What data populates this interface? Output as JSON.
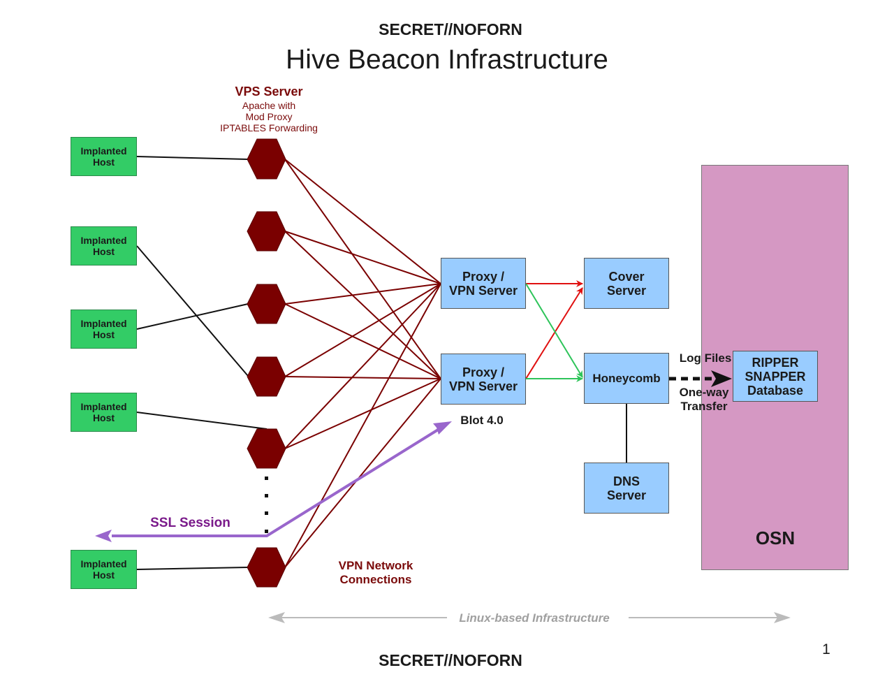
{
  "classification_top": "SECRET//NOFORN",
  "classification_bottom": "SECRET//NOFORN",
  "title": "Hive Beacon Infrastructure",
  "page_number": "1",
  "vps": {
    "title": "VPS Server",
    "subtitle": [
      "Apache with",
      "Mod Proxy",
      "IPTABLES Forwarding"
    ]
  },
  "hosts": [
    {
      "label": "Implanted Host"
    },
    {
      "label": "Implanted Host"
    },
    {
      "label": "Implanted Host"
    },
    {
      "label": "Implanted Host"
    },
    {
      "label": "Implanted Host"
    }
  ],
  "proxies": [
    {
      "label_line1": "Proxy /",
      "label_line2": "VPN Server"
    },
    {
      "label_line1": "Proxy /",
      "label_line2": "VPN Server"
    }
  ],
  "blot_label": "Blot 4.0",
  "cover_server": {
    "line1": "Cover",
    "line2": "Server"
  },
  "honeycomb": "Honeycomb",
  "dns_server": {
    "line1": "DNS",
    "line2": "Server"
  },
  "log_files_label": "Log Files",
  "one_way_label": {
    "line1": "One-way",
    "line2": "Transfer"
  },
  "ripper": {
    "line1": "RIPPER",
    "line2": "SNAPPER",
    "line3": "Database"
  },
  "osn_label": "OSN",
  "ssl_session_label": "SSL Session",
  "vpn_connections_label": {
    "line1": "VPN Network",
    "line2": "Connections"
  },
  "linux_label": "Linux-based Infrastructure",
  "colors": {
    "host_green": "#33cc66",
    "vps_hex": "#7a0000",
    "vpn_line": "#7a0000",
    "server_blue": "#99ccff",
    "osn_pink": "#d598c3",
    "red_arrow": "#e01010",
    "green_arrow": "#2ec45a",
    "ssl_purple": "#9966cc",
    "ssl_text": "#7a1a8a",
    "linux_gray": "#bbbbbb"
  }
}
